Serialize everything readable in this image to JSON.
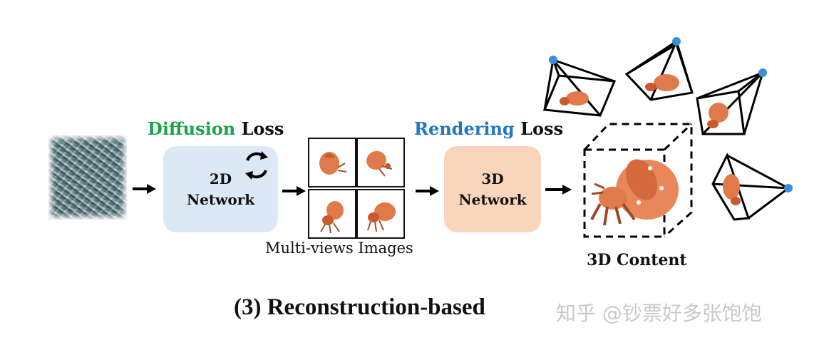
{
  "labels": {
    "diffusion_word": "Diffusion",
    "diffusion_loss": "Loss",
    "rendering_word": "Rendering",
    "rendering_loss": "Loss"
  },
  "boxes": {
    "net2d_line1": "2D",
    "net2d_line2": "Network",
    "net3d_line1": "3D",
    "net3d_line2": "Network"
  },
  "captions": {
    "multiview": "Multi-views Images",
    "content": "3D Content",
    "title": "(3) Reconstruction-based",
    "watermark": "知乎 @钞票好多张饱饱"
  },
  "colors": {
    "diffusion": "#1aa34a",
    "rendering": "#1f78c1",
    "box2d": "#dde8f5",
    "box3d": "#f9d5bb",
    "camera_dot": "#3a8fd8",
    "crab": "#e07a4a"
  }
}
